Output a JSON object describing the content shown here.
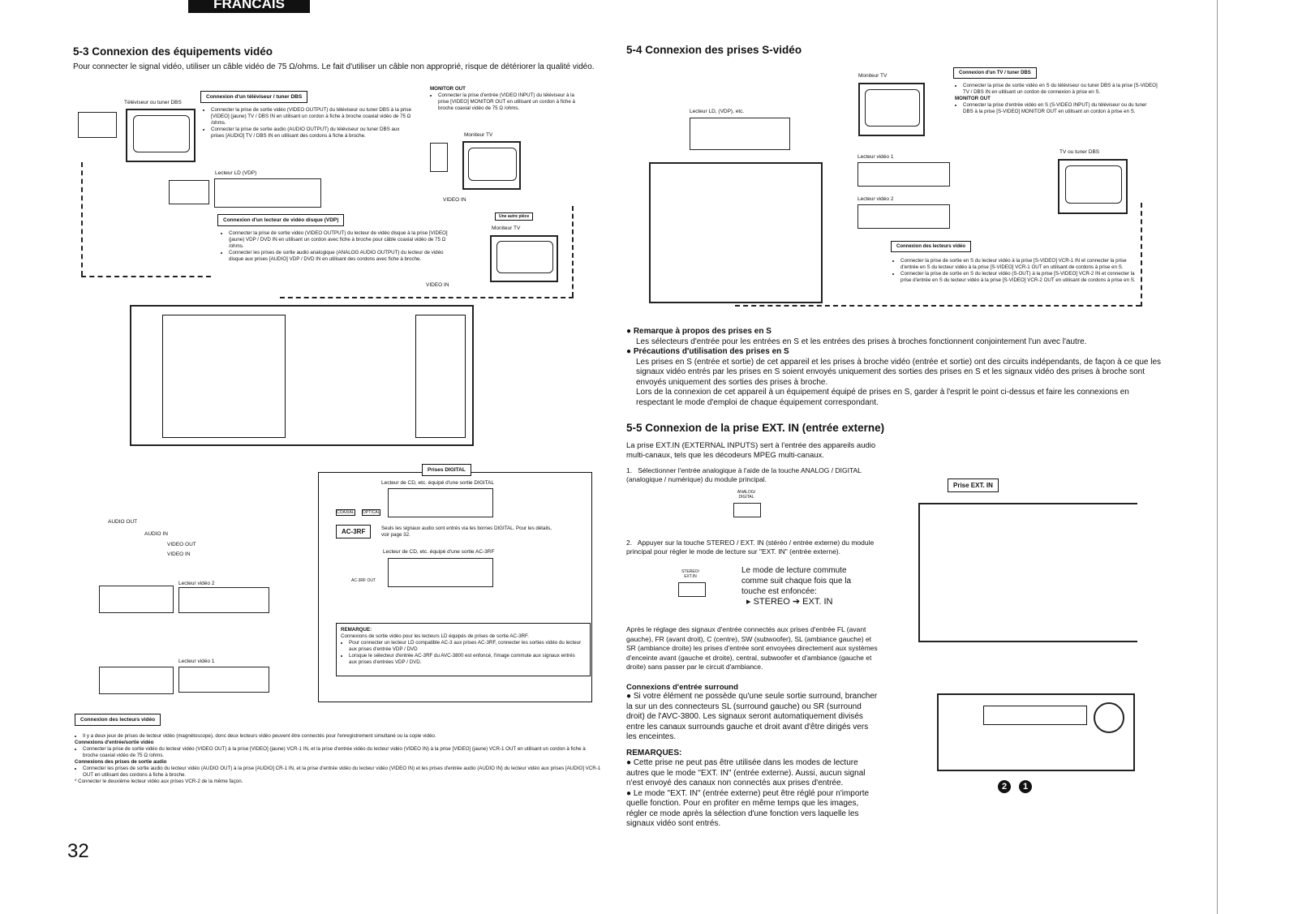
{
  "header": {
    "language_tab": "FRANCAIS"
  },
  "page_number": "32",
  "s53": {
    "title": "5-3 Connexion des équipements vidéo",
    "intro": "Pour connecter le signal vidéo, utiliser un câble vidéo de 75 Ω/ohms. Le fait d'utiliser un câble non approprié, risque de détériorer la qualité vidéo.",
    "tv_label": "Téléviseur ou tuner DBS",
    "tv_box": "Connexion d'un téléviseur / tuner DBS",
    "tv_items": [
      "Connecter la prise de sortie vidéo (VIDEO OUTPUT) du téléviseur ou tuner DBS à la prise [VIDEO] (jaune) TV / DBS IN en utilisant un cordon à fiche à broche coaxial vidéo de 75 Ω /ohms.",
      "Connecter la prise de sortie audio (AUDIO OUTPUT) du téléviseur ou tuner DBS aux prises [AUDIO] TV / DBS IN en utilisant des cordons à fiche à broche."
    ],
    "monitor_title": "MONITOR OUT",
    "monitor_item": "Connecter la prise d'entrée (VIDEO INPUT) du téléviseur à la prise [VIDEO] MONITOR OUT en utilisant un cordon à fiche à broche coaxial vidéo de 75 Ω /ohms.",
    "monitor_label": "Moniteur TV",
    "video_in": "VIDEO IN",
    "ld_label": "Lecteur LD (VDP)",
    "vdp_box": "Connexion d'un lecteur de vidéo disque (VDP)",
    "vdp_items": [
      "Connecter la prise de sortie vidéo (VIDEO OUTPUT) du lecteur de vidéo disque à la prise [VIDEO] (jaune) VDP / DVD IN en utilisant un cordon avec fiche à broche pour câble coaxial vidéo de 75 Ω /ohms.",
      "Connecter les prises de sortie audio analogique (ANALOG AUDIO OUTPUT) du lecteur de vidéo disque aux prises [AUDIO] VDP / DVD IN en utilisant des cordons avec fiche à broche."
    ],
    "other_box": "Une autre pièce",
    "monitor_label2": "Moniteur TV",
    "video_in2": "VIDEO IN",
    "audio_out": "AUDIO OUT",
    "video_out": "VIDEO OUT",
    "audio_in": "AUDIO IN",
    "video_in3": "VIDEO IN",
    "vcr2": "Lecteur vidéo 2",
    "vcr1": "Lecteur vidéo 1",
    "digital_box": "Prises DIGITAL",
    "cd_digital": "Lecteur de CD, etc. équipé d'une sortie DIGITAL",
    "coaxial": "COAXIAL",
    "optical": "OPTICAL",
    "ac3rf": "AC-3RF",
    "ac3_note": "Seuls les signaux audio sont entrés via les bornes DIGITAL. Pour les détails, voir page 32.",
    "cd_ac3": "Lecteur de CD, etc. équipé d'une sortie AC-3RF",
    "ac3_out": "AC-3RF OUT",
    "remarque_title": "REMARQUE:",
    "remarque_intro": "Connexions de sortie vidéo pour les lecteurs LD équipés de prises de sortie AC-3RF.",
    "remarque_items": [
      "Pour connecter un lecteur LD compatible AC-3 aux prises AC-3RF, connecter les sorties vidéo du lecteur aux prises d'entrée VDP / DVD",
      "Lorsque le sélecteur d'entrée AC-3RF du AVC-3800 est enfoncé, l'image commute aux signaux entrés aux prises d'entrées VDP / DVD."
    ],
    "vcr_box": "Connexion des lecteurs vidéo",
    "vcr_intro": "Il y a deux jeux de prises de lecteur vidéo (magnétoscope), donc deux lecteurs vidéo peuvent être connectés pour l'enregistrement simultané ou la copie vidéo.",
    "vcr_h1": "Connexions d'entrée/sortie vidéo",
    "vcr_i1": "Connecter la prise de sortie vidéo du lecteur vidéo (VIDEO OUT) à la prise [VIDEO] (jaune) VCR-1 IN, et la prise d'entrée vidéo du lecteur vidéo (VIDEO IN) à la prise [VIDEO] (jaune) VCR-1 OUT en utilisant un cordon à fiche à broche coaxial vidéo de 75 Ω /ohms.",
    "vcr_h2": "Connexions des prises de sortie audio",
    "vcr_i2": "Connecter les prises de sortie audio du lecteur vidéo (AUDIO OUT) à la prise [AUDIO] CR-1 IN, et la prise d'entrée vidéo du lecteur vidéo (VIDEO IN) et les prises d'entrée audio (AUDIO IN) du lecteur vidéo aux prises [AUDIO] VCR-1 OUT en utilisant des cordons à fiche à broche.",
    "vcr_star": "Connecter le deuxième lecteur vidéo aux prises VCR-2 de la même façon."
  },
  "s54": {
    "title": "5-4 Connexion des prises S-vidéo",
    "monitor_label": "Moniteur TV",
    "ld_label": "Lecteur LD, (VDP), etc.",
    "vcr1": "Lecteur vidéo 1",
    "vcr2": "Lecteur vidéo 2",
    "tv_dbs": "TV ou tuner DBS",
    "tv_box": "Connexion d'un TV / tuner DBS",
    "tv_item": "Connecter la prise de sortie vidéo en S du téléviseur ou tuner DBS à la prise [S-VIDEO] TV / DBS IN en utilisant un cordon de connexion à prise en S.",
    "monitor_title": "MONITOR OUT",
    "monitor_item": "Connecter la prise d'entrée vidéo en S (S-VIDEO INPUT) du téléviseur ou du tuner DBS à la prise [S-VIDEO] MONITOR OUT en utilisant un cordon à prise en S.",
    "vcr_box": "Connexion des lecteurs vidéo",
    "vcr_items": [
      "Connecter la prise de sortie en S du lecteur vidéo à la prise [S-VIDEO] VCR-1 IN et connecter la prise d'entrée en S du lecteur vidéo à la prise [S-VIDEO] VCR-1 OUT en utilisant de cordons à prise en S.",
      "Connecter la prise de sortie en S du lecteur vidéo (S-OUT) à la prise [S-VIDEO] VCR-2 IN et connecter la prise d'entrée en S du lecteur vidéo à la prise [S-VIDEO] VCR-2 OUT en utilisant de cordons à prise en S."
    ],
    "rem1_title": "Remarque à propos des prises en S",
    "rem1_text": "Les sélecteurs d'entrée pour les entrées en S et les entrées des prises à broches fonctionnent conjointement l'un avec l'autre.",
    "rem2_title": "Précautions d'utilisation des prises en S",
    "rem2_text1": "Les prises en S (entrée et sortie) de cet appareil et les prises à broche vidéo (entrée et sortie) ont des circuits indépendants, de façon à ce que les signaux vidéo entrés par les prises en S soient envoyés uniquement des sorties des prises en S et les signaux vidéo des prises à broche sont envoyés uniquement des sorties des prises à broche.",
    "rem2_text2": "Lors de la connexion de cet appareil à un équipement équipé de prises en S, garder à l'esprit le point ci-dessus et faire les connexions en respectant le mode d'emploi de chaque équipement correspondant."
  },
  "s55": {
    "title": "5-5 Connexion de la prise EXT. IN (entrée externe)",
    "intro": "La prise EXT.IN (EXTERNAL INPUTS) sert à l'entrée des appareils audio multi-canaux, tels que les décodeurs MPEG multi-canaux.",
    "step1": "Sélectionner l'entrée analogique à l'aide de la touche ANALOG / DIGITAL (analogique / numérique) du module principal.",
    "analog_key": "ANALOG/ DIGITAL",
    "step2": "Appuyer sur la touche STEREO / EXT. IN (stéréo / entrée externe) du module principal pour régler le mode de lecture sur \"EXT. IN\" (entrée externe).",
    "stereo_key": "STEREO/ EXT.IN",
    "mode_text": "Le mode de lecture commute comme suit chaque fois que la touche est enfoncée:",
    "mode_a": "STEREO",
    "mode_b": "EXT. IN",
    "after": "Après le réglage des signaux d'entrée connectés aux prises d'entrée FL (avant gauche), FR (avant droit), C (centre), SW (subwoofer), SL (ambiance gauche) et SR (ambiance droite) les prises d'entrée sont envoyées directement aux systèmes d'enceinte avant (gauche et droite), central, subwoofer et d'ambiance (gauche et droite) sans passer par le circuit d'ambiance.",
    "surround_title": "Connexions d'entrée surround",
    "surround_item": "Si votre élément ne possède qu'une seule sortie surround, brancher la sur un des connecteurs SL (surround gauche) ou SR (surround droit) de l'AVC-3800. Les signaux seront automatiquement divisés entre les canaux surrounds gauche et droit avant d'être dirigés vers les enceintes.",
    "remarques_title": "REMARQUES:",
    "remarques": [
      "Cette prise ne peut pas être utilisée dans les modes de lecture autres que le mode \"EXT. IN\" (entrée externe). Aussi, aucun signal n'est envoyé des canaux non connectés aux prises d'entrée.",
      "Le mode \"EXT. IN\" (entrée externe) peut être réglé pour n'importe quelle fonction. Pour en profiter en même temps que les images, régler ce mode après la sélection d'une fonction vers laquelle les signaux vidéo sont entrés."
    ],
    "ext_box": "Prise EXT. IN",
    "marker_1": "1",
    "marker_2": "2"
  }
}
